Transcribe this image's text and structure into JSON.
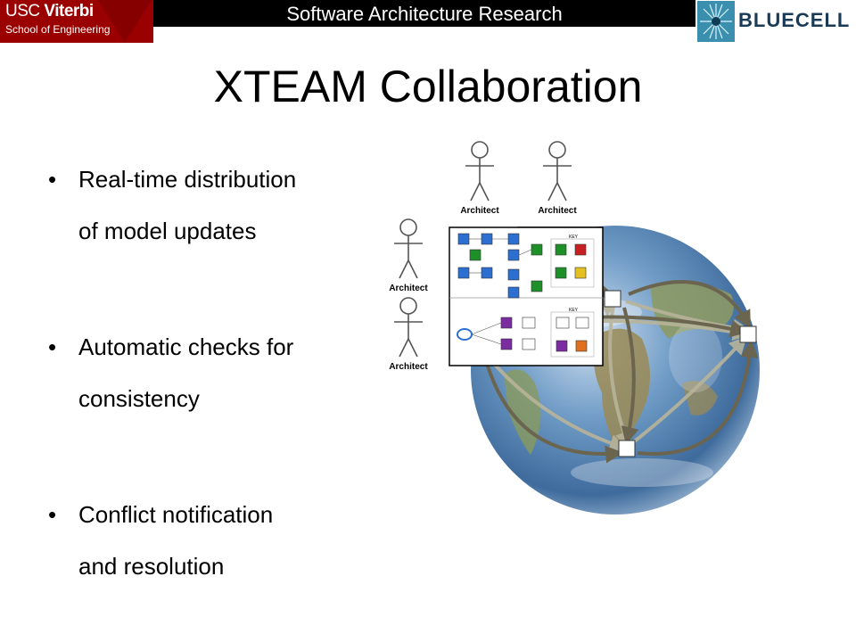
{
  "header": {
    "logo_usc": "USC",
    "logo_viterbi": "Viterbi",
    "logo_school": "School of Engineering",
    "banner_title": "Software Architecture Research",
    "brand": "BLUECELL"
  },
  "slide": {
    "title": "XTEAM Collaboration",
    "bullets": [
      {
        "line1": "Real-time distribution",
        "line2": "of model updates"
      },
      {
        "line1": "Automatic checks for",
        "line2": "consistency"
      },
      {
        "line1": "Conflict notification",
        "line2": "and resolution"
      }
    ]
  },
  "diagram": {
    "actors": [
      {
        "label": "Architect"
      },
      {
        "label": "Architect"
      },
      {
        "label": "Architect"
      },
      {
        "label": "Architect"
      }
    ],
    "legend_key": "KEY"
  },
  "colors": {
    "usc_red": "#9a0000",
    "banner_black": "#000000",
    "ocean": "#4f7fb0",
    "arrow": "#6b6550"
  }
}
